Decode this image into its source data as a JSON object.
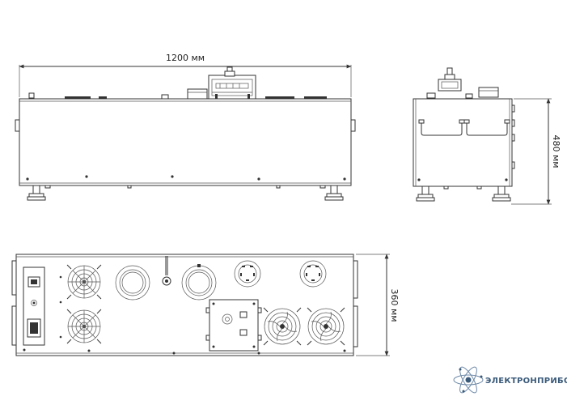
{
  "dimensions": {
    "length": "1200 мм",
    "height": "480 мм",
    "depth": "360 мм"
  },
  "logo": {
    "text": "ЭЛЕКТРОНПРИБОР",
    "icon": "atom-icon"
  },
  "colors": {
    "line": "#333333",
    "logo": "#3a5a7a"
  }
}
